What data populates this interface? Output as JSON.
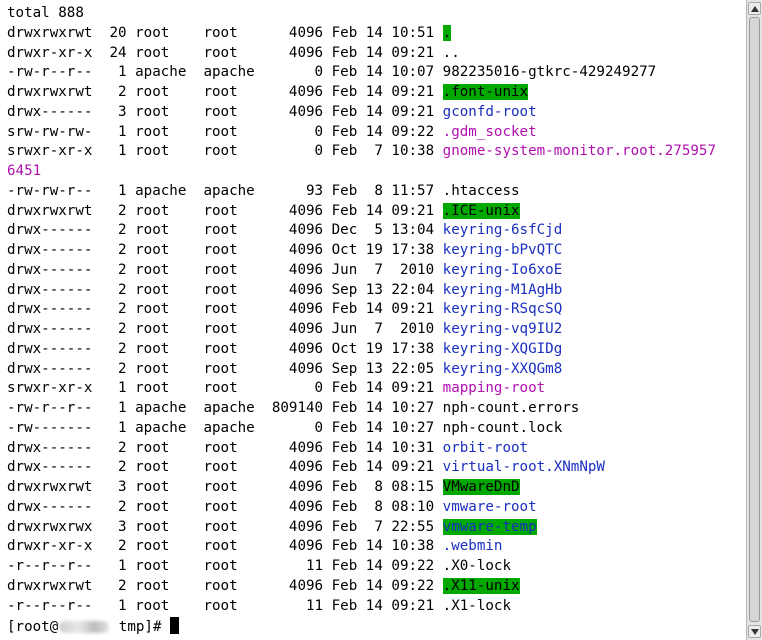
{
  "terminal": {
    "total_line": "total 888",
    "rows": [
      {
        "perm": "drwxrwxrwt",
        "links": "20",
        "owner": "root",
        "group": "root",
        "size": "4096",
        "date": "Feb 14 10:51",
        "name": ".",
        "style": "sticky"
      },
      {
        "perm": "drwxr-xr-x",
        "links": "24",
        "owner": "root",
        "group": "root",
        "size": "4096",
        "date": "Feb 14 09:21",
        "name": "..",
        "style": "plain"
      },
      {
        "perm": "-rw-r--r--",
        "links": "1",
        "owner": "apache",
        "group": "apache",
        "size": "0",
        "date": "Feb 14 10:07",
        "name": "982235016-gtkrc-429249277",
        "style": "plain"
      },
      {
        "perm": "drwxrwxrwt",
        "links": "2",
        "owner": "root",
        "group": "root",
        "size": "4096",
        "date": "Feb 14 09:21",
        "name": ".font-unix",
        "style": "sticky"
      },
      {
        "perm": "drwx------",
        "links": "3",
        "owner": "root",
        "group": "root",
        "size": "4096",
        "date": "Feb 14 09:21",
        "name": "gconfd-root",
        "style": "dir"
      },
      {
        "perm": "srw-rw-rw-",
        "links": "1",
        "owner": "root",
        "group": "root",
        "size": "0",
        "date": "Feb 14 09:22",
        "name": ".gdm_socket",
        "style": "sock"
      },
      {
        "perm": "srwxr-xr-x",
        "links": "1",
        "owner": "root",
        "group": "root",
        "size": "0",
        "date": "Feb  7 10:38",
        "name": "gnome-system-monitor.root.275957",
        "style": "sock",
        "wrap": "6451"
      },
      {
        "perm": "-rw-rw-r--",
        "links": "1",
        "owner": "apache",
        "group": "apache",
        "size": "93",
        "date": "Feb  8 11:57",
        "name": ".htaccess",
        "style": "plain"
      },
      {
        "perm": "drwxrwxrwt",
        "links": "2",
        "owner": "root",
        "group": "root",
        "size": "4096",
        "date": "Feb 14 09:21",
        "name": ".ICE-unix",
        "style": "sticky"
      },
      {
        "perm": "drwx------",
        "links": "2",
        "owner": "root",
        "group": "root",
        "size": "4096",
        "date": "Dec  5 13:04",
        "name": "keyring-6sfCjd",
        "style": "dir"
      },
      {
        "perm": "drwx------",
        "links": "2",
        "owner": "root",
        "group": "root",
        "size": "4096",
        "date": "Oct 19 17:38",
        "name": "keyring-bPvQTC",
        "style": "dir"
      },
      {
        "perm": "drwx------",
        "links": "2",
        "owner": "root",
        "group": "root",
        "size": "4096",
        "date": "Jun  7  2010",
        "name": "keyring-Io6xoE",
        "style": "dir"
      },
      {
        "perm": "drwx------",
        "links": "2",
        "owner": "root",
        "group": "root",
        "size": "4096",
        "date": "Sep 13 22:04",
        "name": "keyring-M1AgHb",
        "style": "dir"
      },
      {
        "perm": "drwx------",
        "links": "2",
        "owner": "root",
        "group": "root",
        "size": "4096",
        "date": "Feb 14 09:21",
        "name": "keyring-RSqcSQ",
        "style": "dir"
      },
      {
        "perm": "drwx------",
        "links": "2",
        "owner": "root",
        "group": "root",
        "size": "4096",
        "date": "Jun  7  2010",
        "name": "keyring-vq9IU2",
        "style": "dir"
      },
      {
        "perm": "drwx------",
        "links": "2",
        "owner": "root",
        "group": "root",
        "size": "4096",
        "date": "Oct 19 17:38",
        "name": "keyring-XQGIDg",
        "style": "dir"
      },
      {
        "perm": "drwx------",
        "links": "2",
        "owner": "root",
        "group": "root",
        "size": "4096",
        "date": "Sep 13 22:05",
        "name": "keyring-XXQGm8",
        "style": "dir"
      },
      {
        "perm": "srwxr-xr-x",
        "links": "1",
        "owner": "root",
        "group": "root",
        "size": "0",
        "date": "Feb 14 09:21",
        "name": "mapping-root",
        "style": "sock"
      },
      {
        "perm": "-rw-r--r--",
        "links": "1",
        "owner": "apache",
        "group": "apache",
        "size": "809140",
        "date": "Feb 14 10:27",
        "name": "nph-count.errors",
        "style": "plain"
      },
      {
        "perm": "-rw-------",
        "links": "1",
        "owner": "apache",
        "group": "apache",
        "size": "0",
        "date": "Feb 14 10:27",
        "name": "nph-count.lock",
        "style": "plain"
      },
      {
        "perm": "drwx------",
        "links": "2",
        "owner": "root",
        "group": "root",
        "size": "4096",
        "date": "Feb 14 10:31",
        "name": "orbit-root",
        "style": "dir"
      },
      {
        "perm": "drwx------",
        "links": "2",
        "owner": "root",
        "group": "root",
        "size": "4096",
        "date": "Feb 14 09:21",
        "name": "virtual-root.XNmNpW",
        "style": "dir"
      },
      {
        "perm": "drwxrwxrwt",
        "links": "3",
        "owner": "root",
        "group": "root",
        "size": "4096",
        "date": "Feb  8 08:15",
        "name": "VMwareDnD",
        "style": "sticky"
      },
      {
        "perm": "drwx------",
        "links": "2",
        "owner": "root",
        "group": "root",
        "size": "4096",
        "date": "Feb  8 08:10",
        "name": "vmware-root",
        "style": "dir"
      },
      {
        "perm": "drwxrwxrwx",
        "links": "3",
        "owner": "root",
        "group": "root",
        "size": "4096",
        "date": "Feb  7 22:55",
        "name": "vmware-temp",
        "style": "stickyo"
      },
      {
        "perm": "drwxr-xr-x",
        "links": "2",
        "owner": "root",
        "group": "root",
        "size": "4096",
        "date": "Feb 14 10:38",
        "name": ".webmin",
        "style": "dir"
      },
      {
        "perm": "-r--r--r--",
        "links": "1",
        "owner": "root",
        "group": "root",
        "size": "11",
        "date": "Feb 14 09:22",
        "name": ".X0-lock",
        "style": "plain"
      },
      {
        "perm": "drwxrwxrwt",
        "links": "2",
        "owner": "root",
        "group": "root",
        "size": "4096",
        "date": "Feb 14 09:22",
        "name": ".X11-unix",
        "style": "sticky"
      },
      {
        "perm": "-r--r--r--",
        "links": "1",
        "owner": "root",
        "group": "root",
        "size": "11",
        "date": "Feb 14 09:21",
        "name": ".X1-lock",
        "style": "plain"
      }
    ],
    "prompt_prefix": "[root@",
    "prompt_suffix": " tmp]# "
  },
  "colors": {
    "directory": "#1a2fbf",
    "socket": "#b010b0",
    "sticky_bg": "#00a800"
  },
  "icons": {
    "scroll_up": "triangle-up-icon",
    "scroll_down": "triangle-down-icon"
  }
}
